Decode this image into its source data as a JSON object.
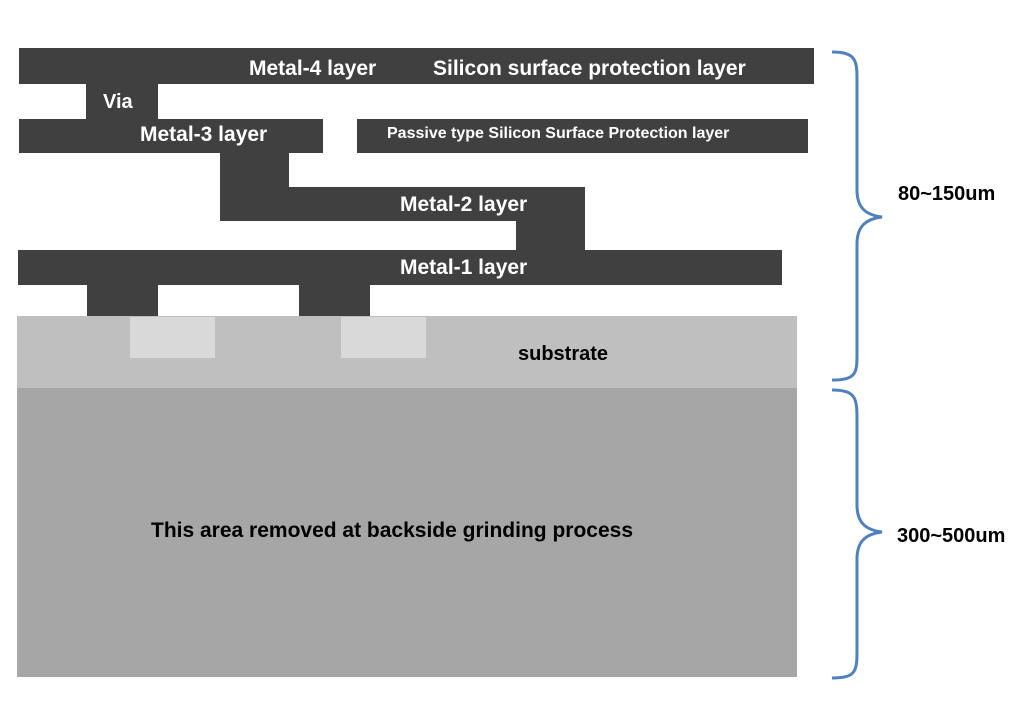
{
  "colors": {
    "metal": "#404040",
    "substrate_top": "#bfbfbf",
    "substrate_well": "#d9d9d9",
    "grind_area": "#a6a6a6",
    "brace": "#4f81bd"
  },
  "labels": {
    "metal4": "Metal-4 layer",
    "protection": "Silicon surface protection layer",
    "via": "Via",
    "metal3": "Metal-3 layer",
    "passive": "Passive type Silicon Surface Protection layer",
    "metal2": "Metal-2 layer",
    "metal1": "Metal-1 layer",
    "substrate": "substrate",
    "grind_area": "This area removed at backside grinding process"
  },
  "dimensions": {
    "upper": "80~150um",
    "lower": "300~500um"
  }
}
